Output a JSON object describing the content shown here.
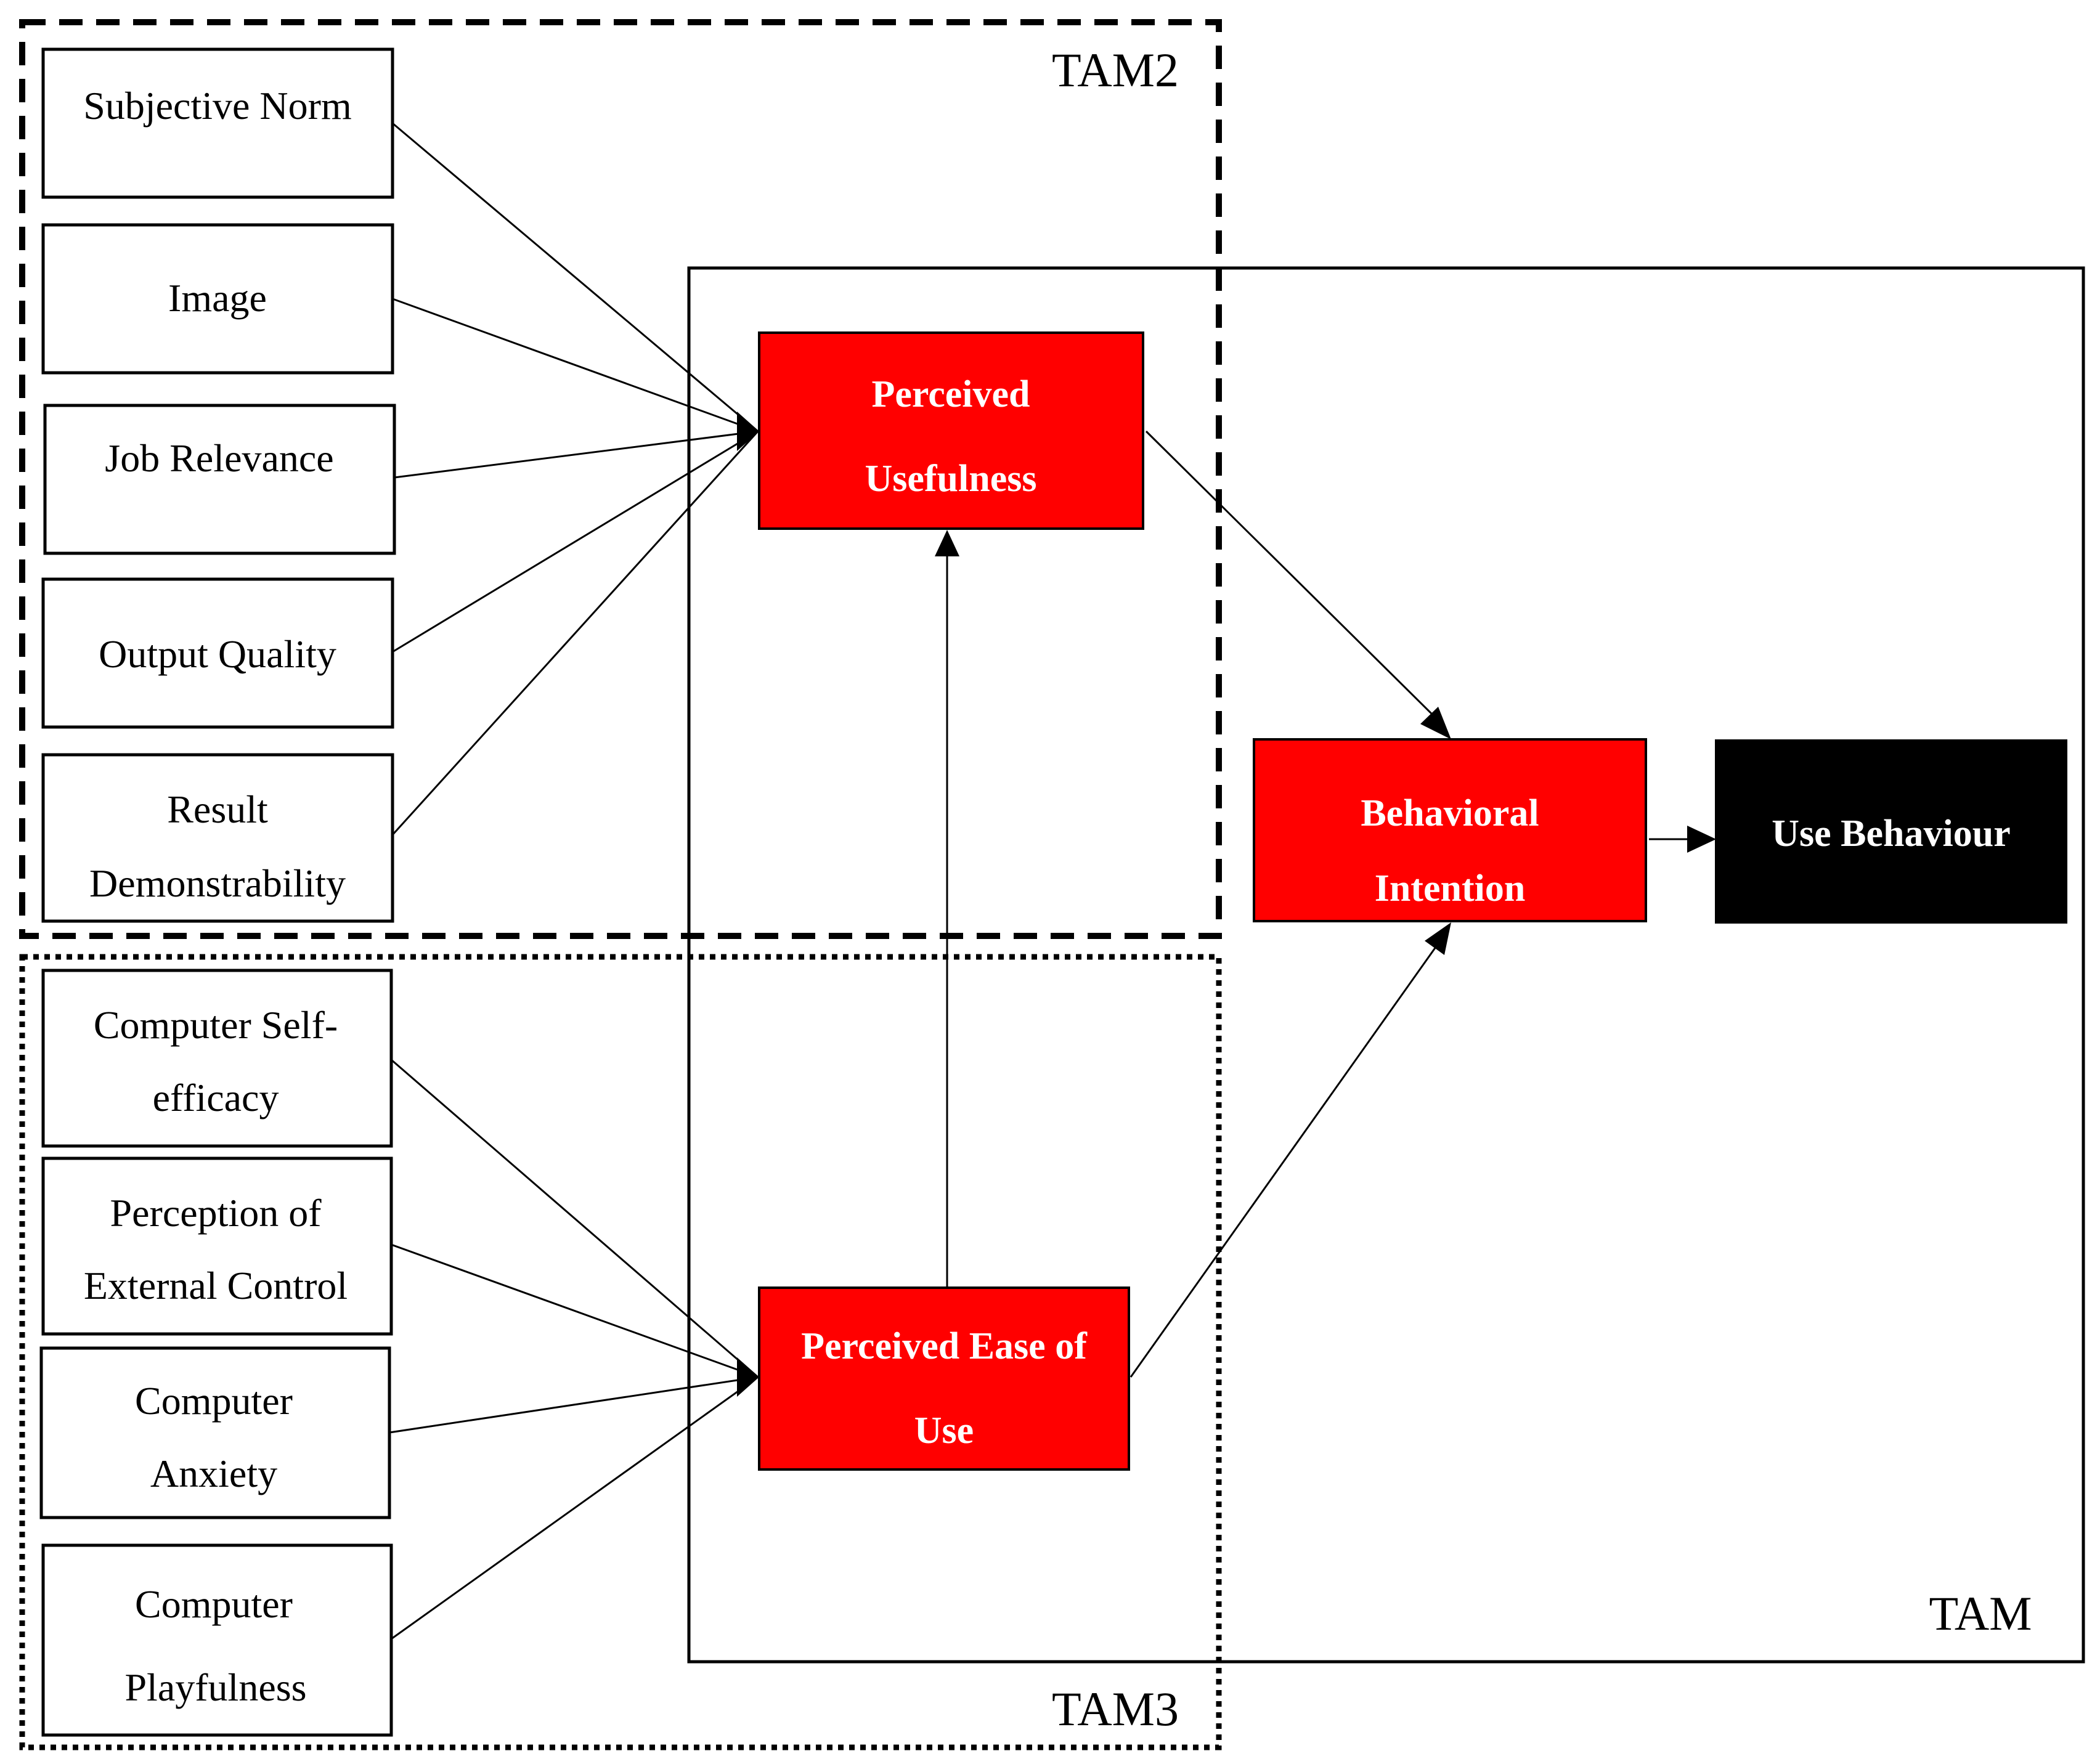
{
  "regions": {
    "tam2": "TAM2",
    "tam3": "TAM3",
    "tam": "TAM"
  },
  "tam2_inputs": {
    "subjective_norm": "Subjective Norm",
    "image": "Image",
    "job_relevance": "Job Relevance",
    "output_quality": "Output Quality",
    "result_demonstrability": [
      "Result",
      "Demonstrability"
    ]
  },
  "tam3_inputs": {
    "computer_self_efficacy": [
      "Computer Self-",
      "efficacy"
    ],
    "perception_external_control": [
      "Perception of",
      "External Control"
    ],
    "computer_anxiety": [
      "Computer",
      "Anxiety"
    ],
    "computer_playfulness": [
      "Computer",
      "Playfulness"
    ]
  },
  "core": {
    "perceived_usefulness": [
      "Perceived",
      "Usefulness"
    ],
    "perceived_ease_of_use": [
      "Perceived Ease of",
      "Use"
    ],
    "behavioral_intention": [
      "Behavioral",
      "Intention"
    ],
    "use_behaviour": "Use Behaviour"
  },
  "colors": {
    "construct_fill": "#ff0000",
    "outcome_fill": "#000000",
    "construct_text": "#ffffff",
    "line": "#000000"
  }
}
